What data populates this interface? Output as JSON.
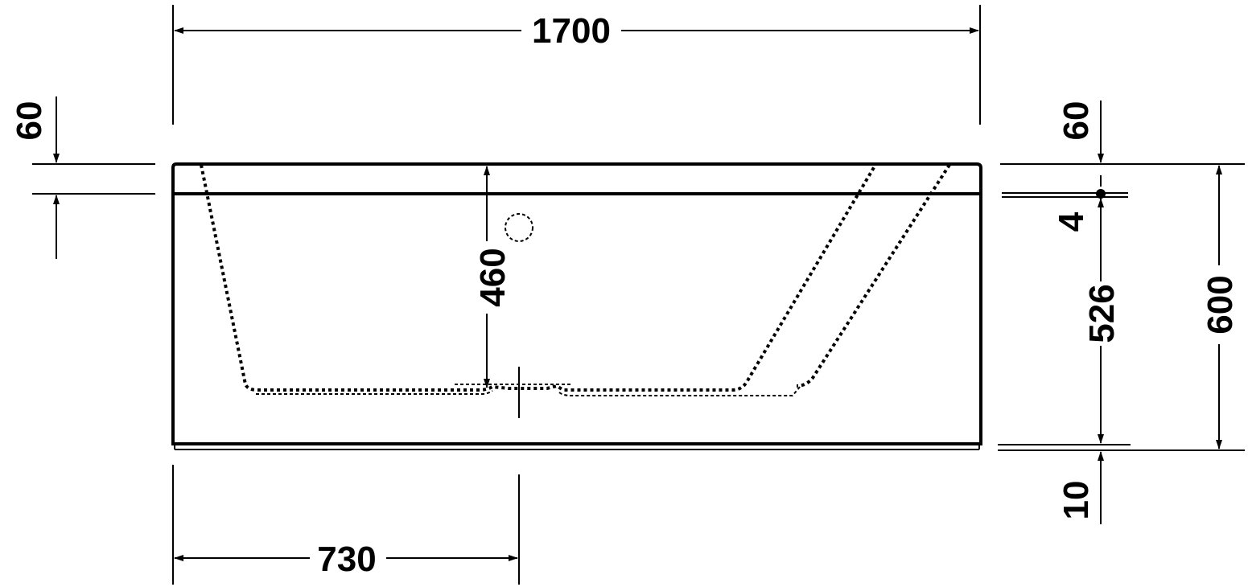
{
  "dimensions": {
    "overall_length": "1700",
    "rim_left": "60",
    "rim_right": "60",
    "inner_depth": "460",
    "offset_small": "4",
    "inner_height": "526",
    "overall_height": "600",
    "base_thickness": "10",
    "drain_position": "730"
  }
}
